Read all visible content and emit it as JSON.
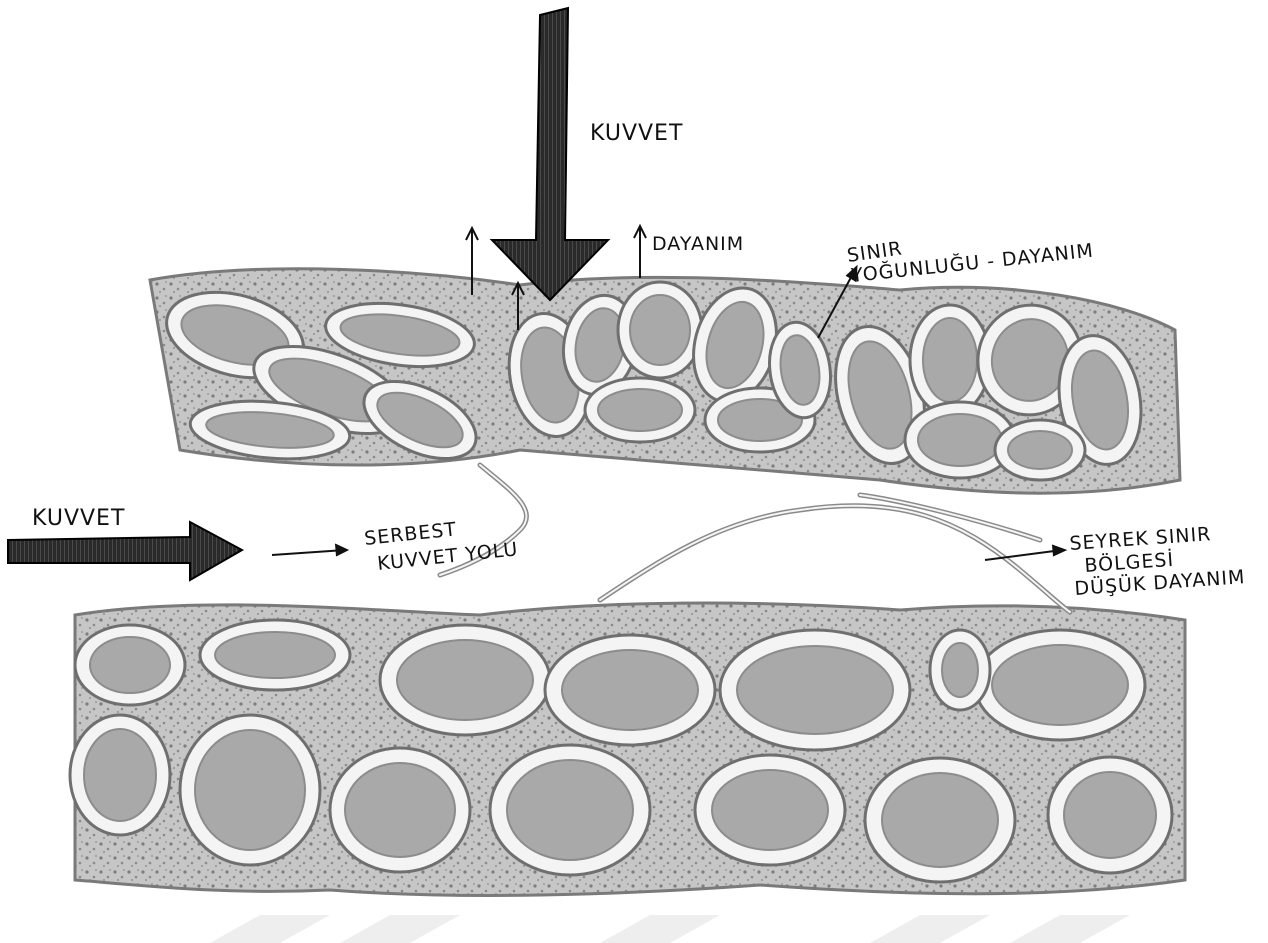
{
  "labels": {
    "force_top": "KUVVET",
    "resistance": "DAYANIM",
    "nerve_density_line1": "SINIR",
    "nerve_density_line2": "YOĞUNLUĞU - DAYANIM",
    "force_left": "KUVVET",
    "free_path_line1": "SERBEST",
    "free_path_line2": "KUVVET YOLU",
    "sparse_line1": "SEYREK SINIR",
    "sparse_line2": "BÖLGESİ",
    "sparse_line3": "DÜŞÜK DAYANIM"
  },
  "colors": {
    "arrow_dark": "#111111",
    "tissue_gray": "#9a9a9a",
    "watermark_gray": "#eeeeee"
  }
}
